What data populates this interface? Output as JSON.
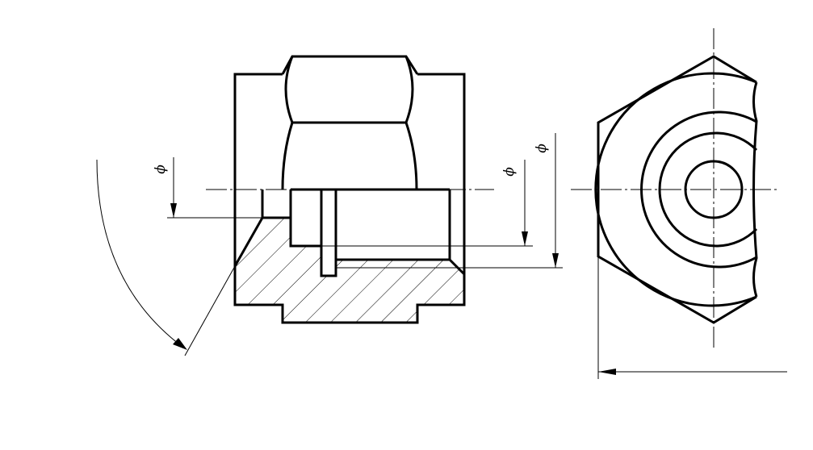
{
  "drawing": {
    "line_color": "#000000",
    "background": "#ffffff",
    "dimension_symbols": {
      "left_diameter": "ϕ",
      "mid_diameter": "ϕ",
      "right_diameter": "ϕ"
    }
  }
}
